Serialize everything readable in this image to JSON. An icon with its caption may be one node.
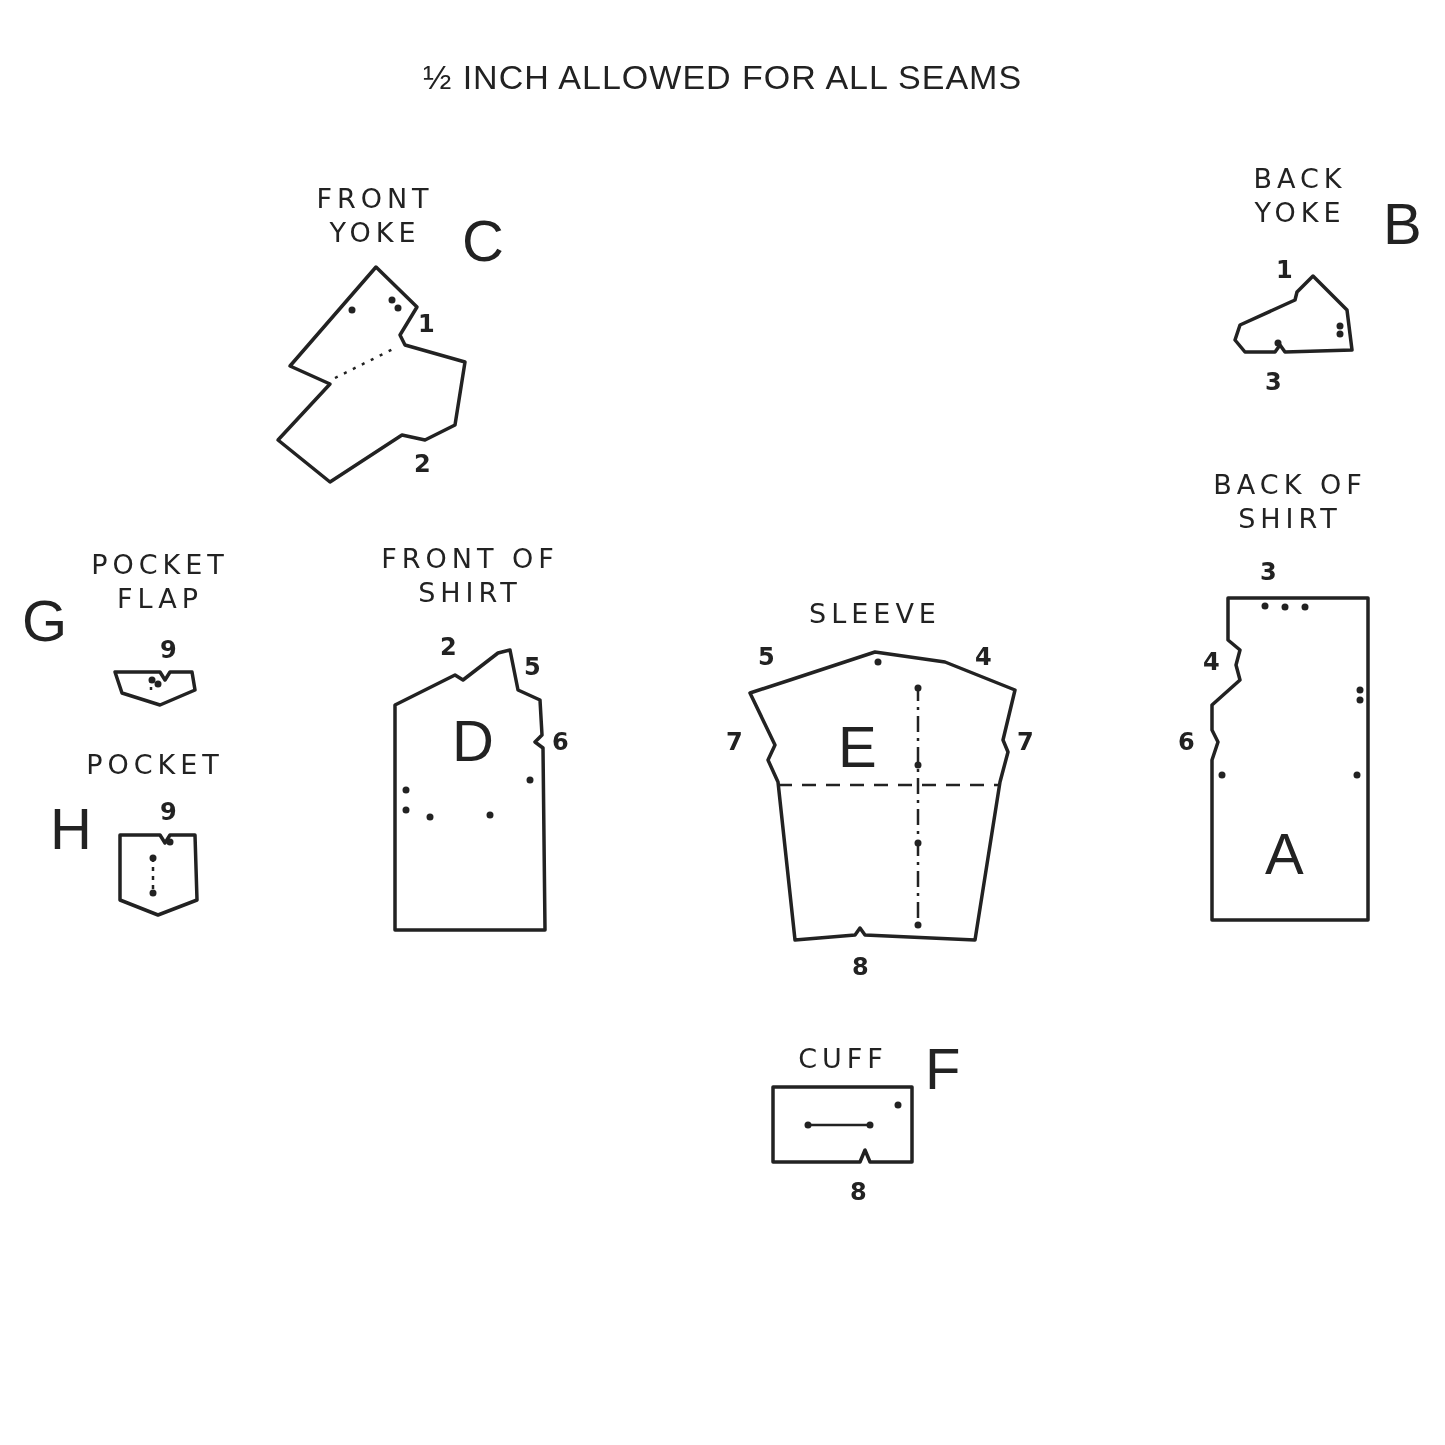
{
  "diagram": {
    "title": "½ INCH ALLOWED FOR ALL SEAMS",
    "nodes": [
      {
        "text": [
          "FRONT YOKE",
          "C"
        ],
        "beside": [
          "1",
          "2"
        ]
      },
      {
        "text": [
          "BACK YOKE",
          "B"
        ],
        "beside": [
          "1",
          "3"
        ]
      },
      {
        "text": [
          "POCKET FLAP",
          "G"
        ],
        "beside": [
          "9"
        ]
      },
      {
        "text": [
          "FRONT OF SHIRT",
          "D"
        ],
        "beside": [
          "2",
          "5",
          "6"
        ]
      },
      {
        "text": [
          "SLEEVE",
          "E"
        ],
        "beside": [
          "5",
          "4",
          "7",
          "7",
          "8"
        ]
      },
      {
        "text": [
          "BACK OF SHIRT",
          "A"
        ],
        "beside": [
          "3",
          "4",
          "6"
        ]
      },
      {
        "text": [
          "POCKET",
          "H"
        ],
        "beside": [
          "9"
        ]
      },
      {
        "text": [
          "CUFF",
          "F"
        ],
        "beside": [
          "8"
        ]
      }
    ],
    "edges": []
  }
}
